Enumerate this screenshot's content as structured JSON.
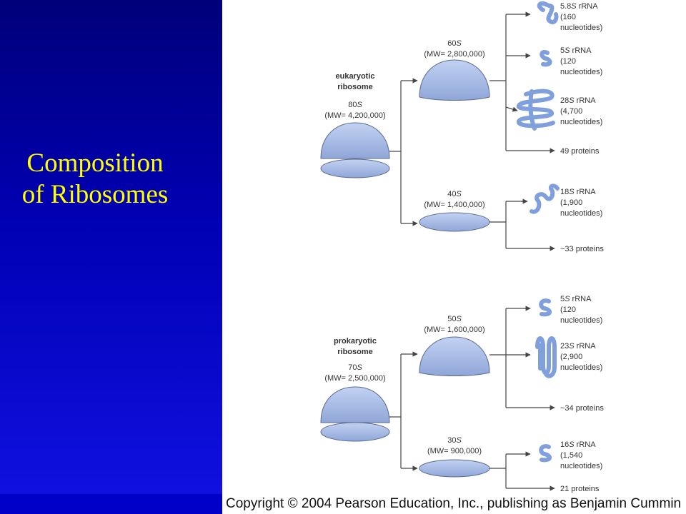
{
  "title": {
    "line1": "Composition",
    "line2": "of Ribosomes"
  },
  "copyright": "Copyright © 2004 Pearson Education, Inc., publishing as Benjamin Cummin",
  "colors": {
    "panel": "#0000b4",
    "title": "#ffff00",
    "ribosome": "#a4b8e4",
    "rna": "#7fa0dc",
    "lines": "#444444"
  },
  "eukaryotic": {
    "label1": "eukaryotic",
    "label2": "ribosome",
    "s": "80",
    "mw": "(MW= 4,200,000)",
    "large": {
      "s": "60",
      "mw": "(MW= 2,800,000)",
      "r1": {
        "s": "5.8",
        "name": " rRNA",
        "l2": "(160",
        "l3": "nucleotides)"
      },
      "r2": {
        "s": "5",
        "name": " rRNA",
        "l2": "(120",
        "l3": "nucleotides)"
      },
      "r3": {
        "s": "28",
        "name": " rRNA",
        "l2": "(4,700",
        "l3": "nucleotides)"
      },
      "proteins": "49 proteins"
    },
    "small": {
      "s": "40",
      "mw": "(MW= 1,400,000)",
      "r1": {
        "s": "18",
        "name": " rRNA",
        "l2": "(1,900",
        "l3": "nucleotides)"
      },
      "proteins": "~33 proteins"
    }
  },
  "prokaryotic": {
    "label1": "prokaryotic",
    "label2": "ribosome",
    "s": "70",
    "mw": "(MW= 2,500,000)",
    "large": {
      "s": "50",
      "mw": "(MW= 1,600,000)",
      "r1": {
        "s": "5",
        "name": " rRNA",
        "l2": "(120",
        "l3": "nucleotides)"
      },
      "r2": {
        "s": "23",
        "name": " rRNA",
        "l2": "(2,900",
        "l3": "nucleotides)"
      },
      "proteins": "~34 proteins"
    },
    "small": {
      "s": "30",
      "mw": "(MW= 900,000)",
      "r1": {
        "s": "16",
        "name": " rRNA",
        "l2": "(1,540",
        "l3": "nucleotides)"
      },
      "proteins": "21 proteins"
    }
  },
  "unit": "S"
}
